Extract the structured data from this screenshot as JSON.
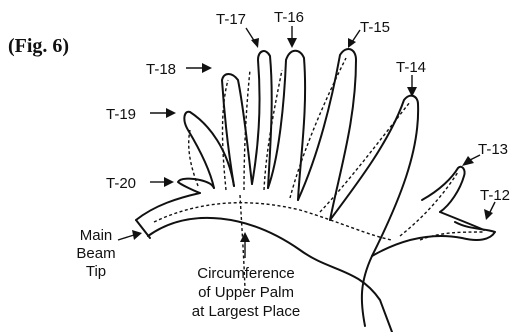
{
  "figure_label": "(Fig. 6)",
  "tines": {
    "t12": "T-12",
    "t13": "T-13",
    "t14": "T-14",
    "t15": "T-15",
    "t16": "T-16",
    "t17": "T-17",
    "t18": "T-18",
    "t19": "T-19",
    "t20": "T-20"
  },
  "main_beam_tip": [
    "Main",
    "Beam",
    "Tip"
  ],
  "circumference": [
    "Circumference",
    "of Upper Palm",
    "at Largest Place"
  ]
}
